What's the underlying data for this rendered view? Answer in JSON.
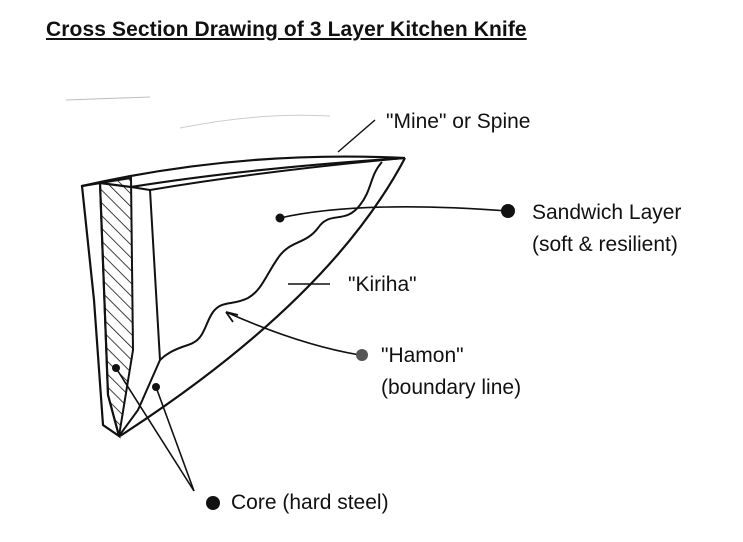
{
  "diagram": {
    "title": "Cross Section Drawing of 3 Layer Kitchen Knife",
    "colors": {
      "ink": "#111111",
      "background": "#ffffff"
    },
    "labels": {
      "mine": "\"Mine\" or Spine",
      "sandwich_line1": "Sandwich Layer",
      "sandwich_line2": "(soft & resilient)",
      "kiriha": "\"Kiriha\"",
      "hamon_line1": "\"Hamon\"",
      "hamon_line2": "(boundary line)",
      "core": "Core (hard steel)"
    }
  }
}
